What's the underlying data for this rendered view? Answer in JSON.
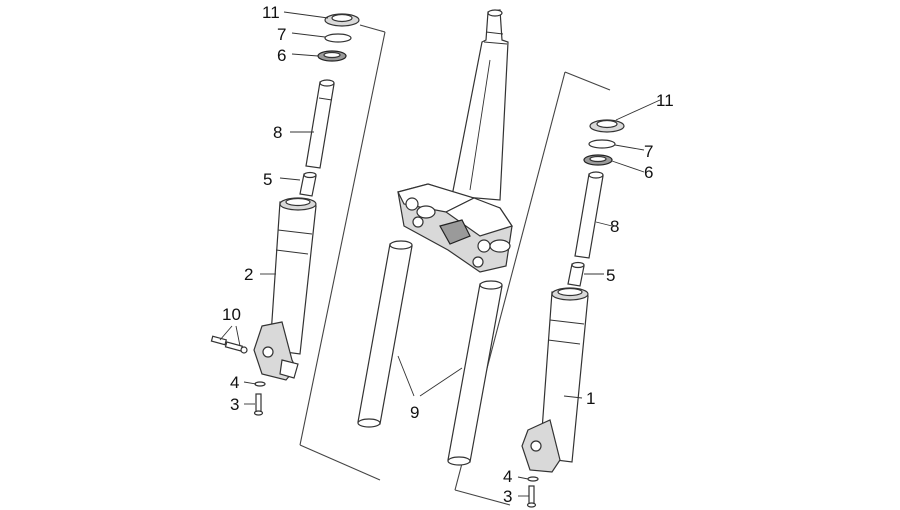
{
  "callouts": {
    "left": {
      "c11": "11",
      "c7": "7",
      "c6": "6",
      "c8": "8",
      "c5": "5",
      "c2": "2",
      "c10": "10",
      "c4": "4",
      "c3": "3"
    },
    "center": {
      "c9": "9"
    },
    "right": {
      "c11": "11",
      "c7": "7",
      "c6": "6",
      "c8": "8",
      "c5": "5",
      "c1": "1",
      "c4": "4",
      "c3": "3"
    }
  }
}
